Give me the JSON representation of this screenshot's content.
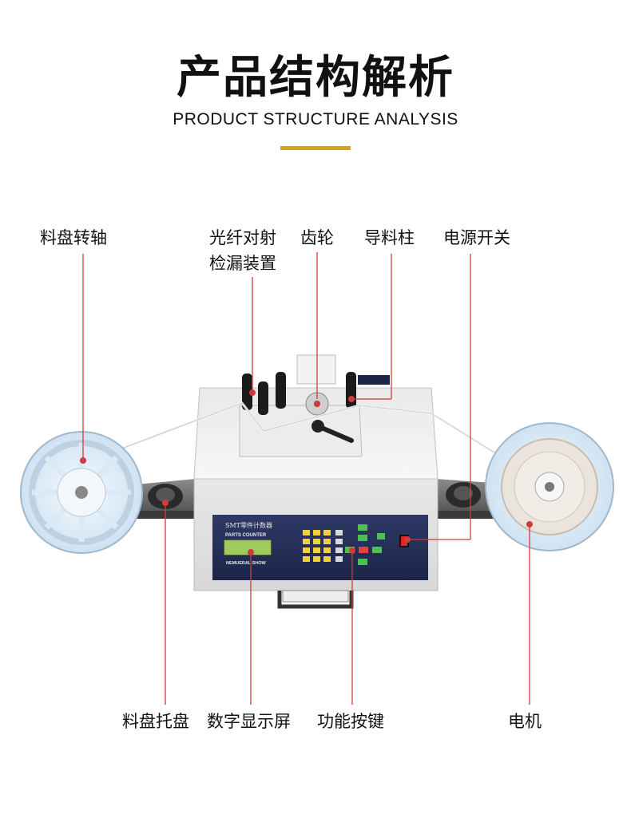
{
  "header": {
    "title": "产品结构解析",
    "subtitle": "PRODUCT STRUCTURE ANALYSIS",
    "accent_color": "#d9a21b"
  },
  "callouts": {
    "reel_shaft": "料盘转轴",
    "fiber_sensor_line1": "光纤对射",
    "fiber_sensor_line2": "检漏装置",
    "gear": "齿轮",
    "guide_post": "导料柱",
    "power_switch": "电源开关",
    "reel_tray": "料盘托盘",
    "digital_display": "数字显示屏",
    "function_keys": "功能按键",
    "motor": "电机"
  },
  "device": {
    "panel_title": "SMT零件计数器",
    "panel_subtitle": "PARTS COUNTER",
    "display_caption": "NEMUERAL SHOW",
    "callout_line_color": "#d23b3b"
  }
}
